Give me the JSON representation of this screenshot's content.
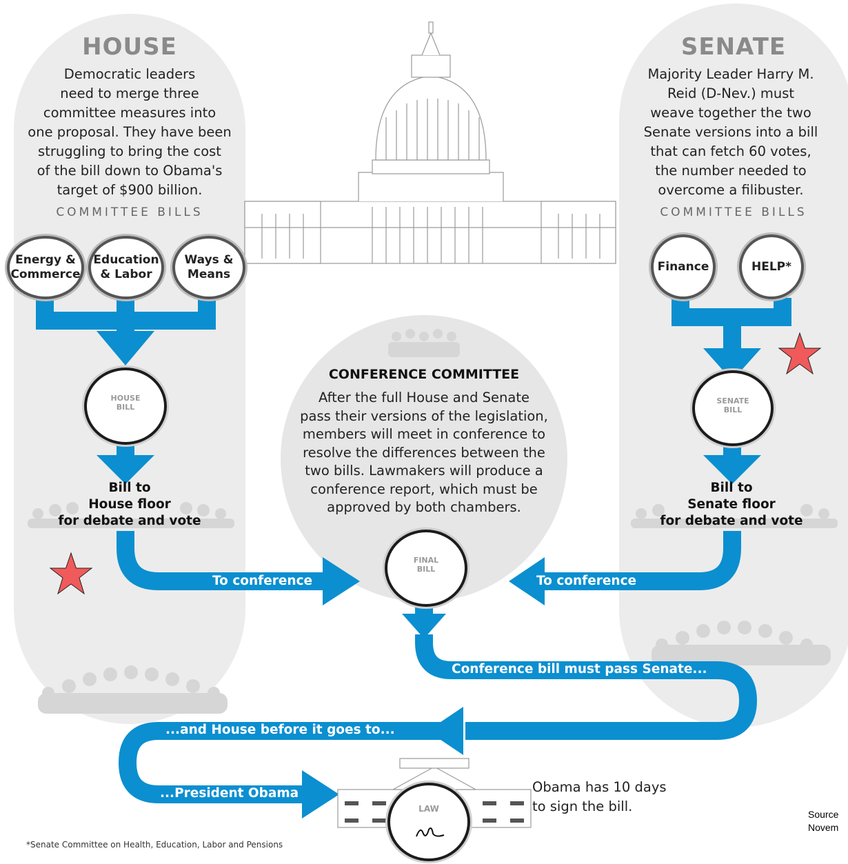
{
  "house": {
    "title": "HOUSE",
    "description_lines": [
      "Democratic leaders",
      "need to merge three",
      "committee measures into",
      "one proposal. They have been",
      "struggling to bring the cost",
      "of the bill down to Obama's",
      "target of $900 billion."
    ],
    "committee_label": "COMMITTEE BILLS",
    "committees": [
      {
        "line1": "Energy &",
        "line2": "Commerce"
      },
      {
        "line1": "Education",
        "line2": "& Labor"
      },
      {
        "line1": "Ways &",
        "line2": "Means"
      }
    ],
    "bill_label_1": "HOUSE",
    "bill_label_2": "BILL",
    "floor_lines": [
      "Bill to",
      "House floor",
      "for debate and vote"
    ]
  },
  "senate": {
    "title": "SENATE",
    "description_lines": [
      "Majority Leader Harry M.",
      "Reid (D-Nev.) must",
      "weave together the two",
      "Senate versions into a bill",
      "that can fetch 60 votes,",
      "the number needed to",
      "overcome a filibuster."
    ],
    "committee_label": "COMMITTEE BILLS",
    "committees": [
      {
        "label": "Finance"
      },
      {
        "label": "HELP*"
      }
    ],
    "bill_label_1": "SENATE",
    "bill_label_2": "BILL",
    "floor_lines": [
      "Bill to",
      "Senate floor",
      "for debate and vote"
    ]
  },
  "conference": {
    "title": "CONFERENCE COMMITTEE",
    "description_lines": [
      "After the full House and Senate",
      "pass their versions of the legislation,",
      "members will meet in conference to",
      "resolve the differences between the",
      "two bills. Lawmakers will produce a",
      "conference report, which must be",
      "approved by both chambers."
    ],
    "bill_label_1": "FINAL",
    "bill_label_2": "BILL"
  },
  "flow": {
    "to_conference_left": "To conference",
    "to_conference_right": "To conference",
    "senate_pass_pre": "Conference bill must pass ",
    "senate_pass_bold": "Senate",
    "senate_pass_post": "...",
    "house_pre": "...and ",
    "house_bold": "House",
    "house_post": " before it goes to...",
    "president": "...President Obama"
  },
  "law": {
    "label": "LAW",
    "sign_lines": [
      "Obama has 10 days",
      "to sign the bill."
    ]
  },
  "footnote": "*Senate Committee on Health, Education, Labor and Pensions",
  "source_lines": [
    "Source",
    "Novem"
  ],
  "colors": {
    "flow_blue": "#0b8fd0",
    "panel_gray": "#ececec",
    "star_red": "#f05a5a"
  }
}
